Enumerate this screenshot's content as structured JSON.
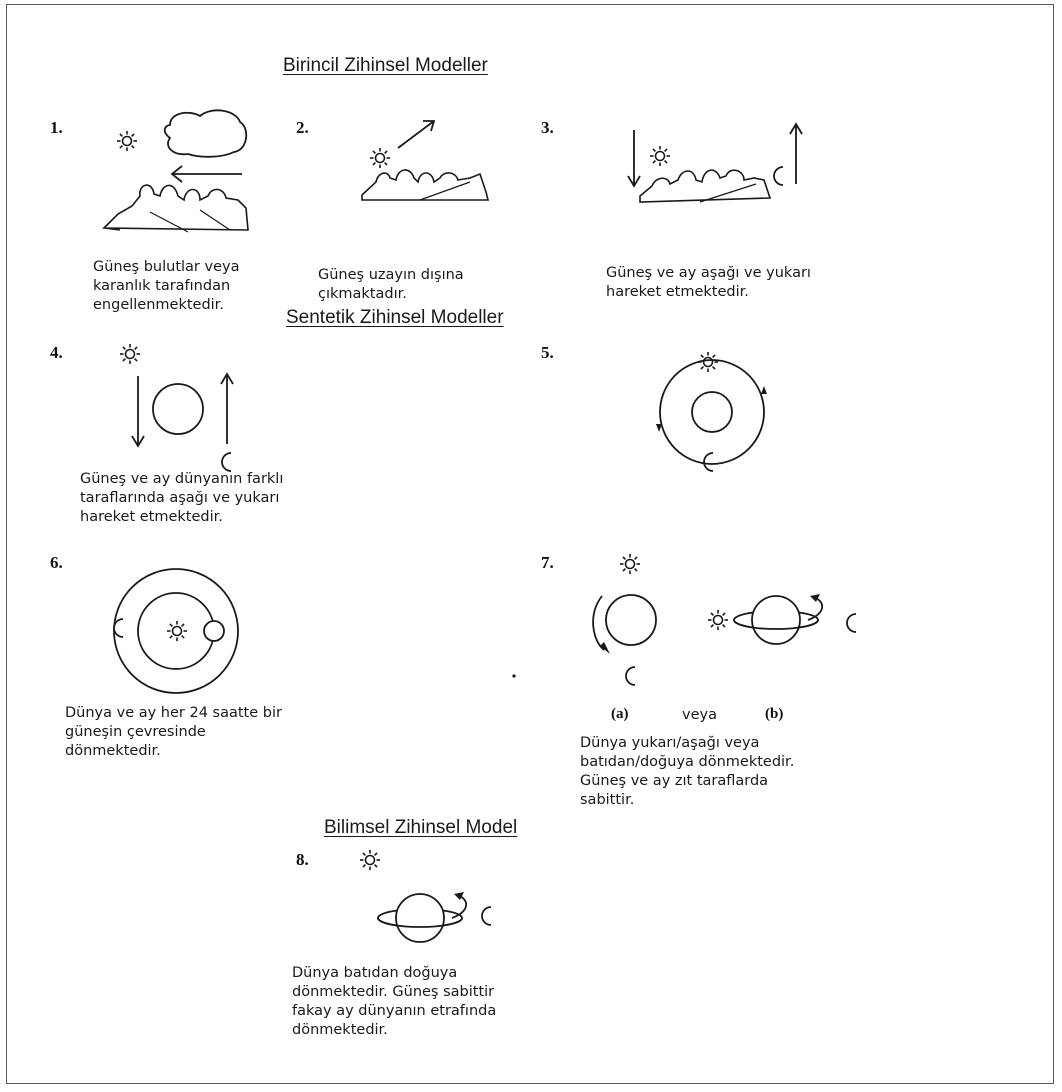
{
  "headings": {
    "primary": "Birincil Zihinsel Modeller",
    "synthetic": "Sentetik Zihinsel Modeller",
    "scientific": "Bilimsel Zihinsel Model"
  },
  "models": [
    {
      "number": "1.",
      "caption": [
        "Güneş bulutlar veya",
        "karanlık tarafından",
        "engellenmektedir."
      ]
    },
    {
      "number": "2.",
      "caption": [
        "Güneş uzayın dışına",
        "çıkmaktadır."
      ]
    },
    {
      "number": "3.",
      "caption": [
        "Güneş ve ay aşağı ve yukarı",
        "hareket etmektedir."
      ]
    },
    {
      "number": "4.",
      "caption": [
        "Güneş ve ay dünyanın farklı",
        "taraflarında aşağı ve yukarı",
        "hareket etmektedir."
      ]
    },
    {
      "number": "5.",
      "caption": []
    },
    {
      "number": "6.",
      "caption": [
        "Dünya ve ay her 24 saatte bir",
        "güneşin çevresinde",
        "dönmektedir."
      ]
    },
    {
      "number": "7.",
      "caption": [
        "Dünya yukarı/aşağı veya",
        "batıdan/doğuya dönmektedir.",
        "Güneş ve ay zıt taraflarda",
        "sabittir."
      ]
    },
    {
      "number": "8.",
      "caption": [
        "Dünya batıdan doğuya",
        "dönmektedir. Güneş sabittir",
        "fakay ay dünyanın etrafında",
        "dönmektedir."
      ]
    }
  ],
  "model7_labels": {
    "a": "(a)",
    "or": "veya",
    "b": "(b)"
  },
  "glyphs": {
    "sun": "☼",
    "moon": "☾"
  },
  "colors": {
    "ink": "#1a1a1a",
    "frame": "#5a5a5a",
    "background": "#ffffff"
  }
}
